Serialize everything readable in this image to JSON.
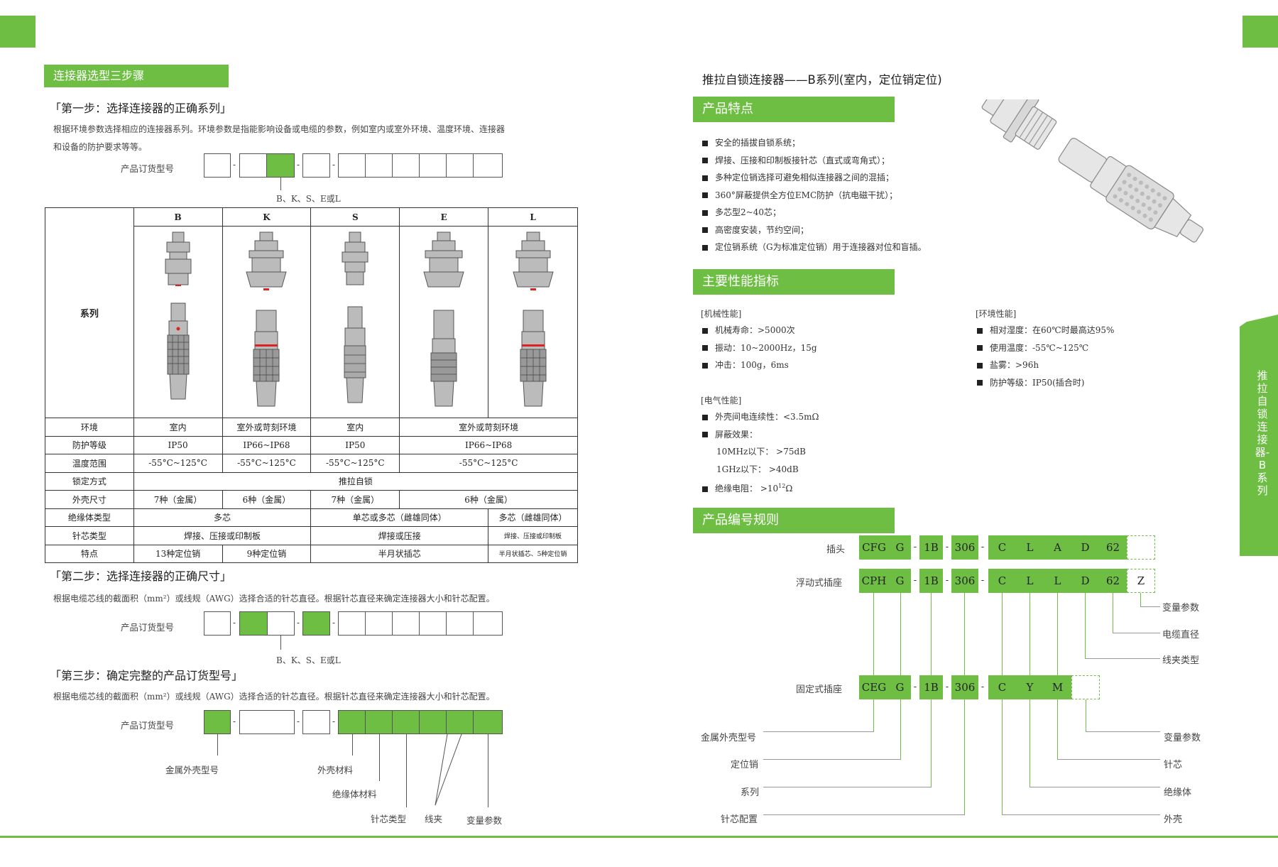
{
  "left": {
    "header": "连接器选型三步骤",
    "step1": {
      "title": "「第一步：选择连接器的正确系列」",
      "desc_line1": "根据环境参数选择相应的连接器系列。环境参数是指能影响设备或电缆的参数，例如室内或室外环境、温度环境、连接器",
      "desc_line2": "和设备的防护要求等等。",
      "order_label": "产品订货型号",
      "pointer_label": "B、K、S、E或L"
    },
    "table": {
      "row_header": "系列",
      "columns": [
        "B",
        "K",
        "S",
        "E",
        "L"
      ],
      "env": {
        "label": "环境",
        "b": "室内",
        "k": "室外或苛刻环境",
        "s": "室内",
        "el": "室外或苛刻环境"
      },
      "ip": {
        "label": "防护等级",
        "b": "IP50",
        "k": "IP66~IP68",
        "s": "IP50",
        "el": "IP66~IP68"
      },
      "temp": {
        "label": "温度范围",
        "b": "-55°C~125°C",
        "k": "-55°C~125°C",
        "s": "-55°C~125°C",
        "el": "-55°C~125°C"
      },
      "lock": {
        "label": "锁定方式",
        "all": "推拉自锁"
      },
      "size": {
        "label": "外壳尺寸",
        "b": "7种（金属）",
        "k": "6种（金属）",
        "s": "7种（金属）",
        "el": "6种（金属）"
      },
      "insulator": {
        "label": "绝缘体类型",
        "bk": "多芯",
        "se": "单芯或多芯（雌雄同体）",
        "l": "多芯（雌雄同体）"
      },
      "pin": {
        "label": "针芯类型",
        "bk": "焊接、压接或印制板",
        "se": "焊接或压接",
        "l": "焊接、压接或印制板"
      },
      "feature": {
        "label": "特点",
        "b": "13种定位销",
        "k": "9种定位销",
        "se": "半月状插芯",
        "l": "半月状插芯、5种定位销"
      }
    },
    "step2": {
      "title": "「第二步：选择连接器的正确尺寸」",
      "desc": "根据电缆芯线的截面积（mm²）或线规（AWG）选择合适的针芯直径。根据针芯直径来确定连接器大小和针芯配置。",
      "order_label": "产品订货型号",
      "pointer_label": "B、K、S、E或L"
    },
    "step3": {
      "title": "「第三步：确定完整的产品订货型号」",
      "desc": "根据电缆芯线的截面积（mm²）或线规（AWG）选择合适的针芯直径。根据针芯直径来确定连接器大小和针芯配置。",
      "order_label": "产品订货型号",
      "labels": {
        "shell_model": "金属外壳型号",
        "shell_material": "外壳材料",
        "insulator_material": "绝缘体材料",
        "pin_type": "针芯类型",
        "clamp": "线夹",
        "variant": "变量参数"
      }
    }
  },
  "right": {
    "title": "推拉自锁连接器——B系列(室内，定位销定位)",
    "features": {
      "header": "产品特点",
      "items": [
        "安全的插拔自锁系统；",
        "焊接、压接和印制板接针芯（直式或弯角式）；",
        "多种定位销选择可避免相似连接器之间的混插；",
        "360°屏蔽提供全方位EMC防护（抗电磁干扰）；",
        "多芯型2~40芯；",
        "高密度安装，节约空间；",
        "定位销系统（G为标准定位销）用于连接器对位和盲插。"
      ]
    },
    "performance": {
      "header": "主要性能指标",
      "mech": {
        "title": "[机械性能]",
        "items": [
          "机械寿命：>5000次",
          "振动：10~2000Hz，15g",
          "冲击：100g，6ms"
        ]
      },
      "env": {
        "title": "[环境性能]",
        "items": [
          "相对湿度：在60℃时最高达95%",
          "使用温度：-55℃~125℃",
          "盐雾：>96h",
          "防护等级：IP50(插合时)"
        ]
      },
      "elec": {
        "title": "[电气性能]",
        "item1": "外壳间电连续性：<3.5mΩ",
        "item2": "屏蔽效果：",
        "sub1": "10MHz以下：  >75dB",
        "sub2": "1GHz以下：  >40dB",
        "item3_pre": "绝缘电阻：  >10",
        "item3_sup": "12",
        "item3_post": "Ω"
      }
    },
    "coding": {
      "header": "产品编号规则",
      "plug": {
        "label": "插头",
        "codes": [
          "CFG",
          "G",
          "1B",
          "306",
          "C",
          "L",
          "A",
          "D",
          "62"
        ]
      },
      "floating": {
        "label": "浮动式插座",
        "codes": [
          "CPH",
          "G",
          "1B",
          "306",
          "C",
          "L",
          "L",
          "D",
          "62"
        ],
        "extra": "Z"
      },
      "fixed": {
        "label": "固定式插座",
        "codes": [
          "CEG",
          "G",
          "1B",
          "306",
          "C",
          "Y",
          "M"
        ]
      },
      "right_labels_top": [
        "变量参数",
        "电缆直径",
        "线夹类型"
      ],
      "left_labels": [
        "金属外壳型号",
        "定位销",
        "系列",
        "针芯配置"
      ],
      "right_labels_bottom": [
        "变量参数",
        "针芯",
        "绝缘体",
        "外壳"
      ]
    },
    "side_tab": "推拉自锁连接器-B系列"
  },
  "colors": {
    "accent": "#6ebe44"
  }
}
